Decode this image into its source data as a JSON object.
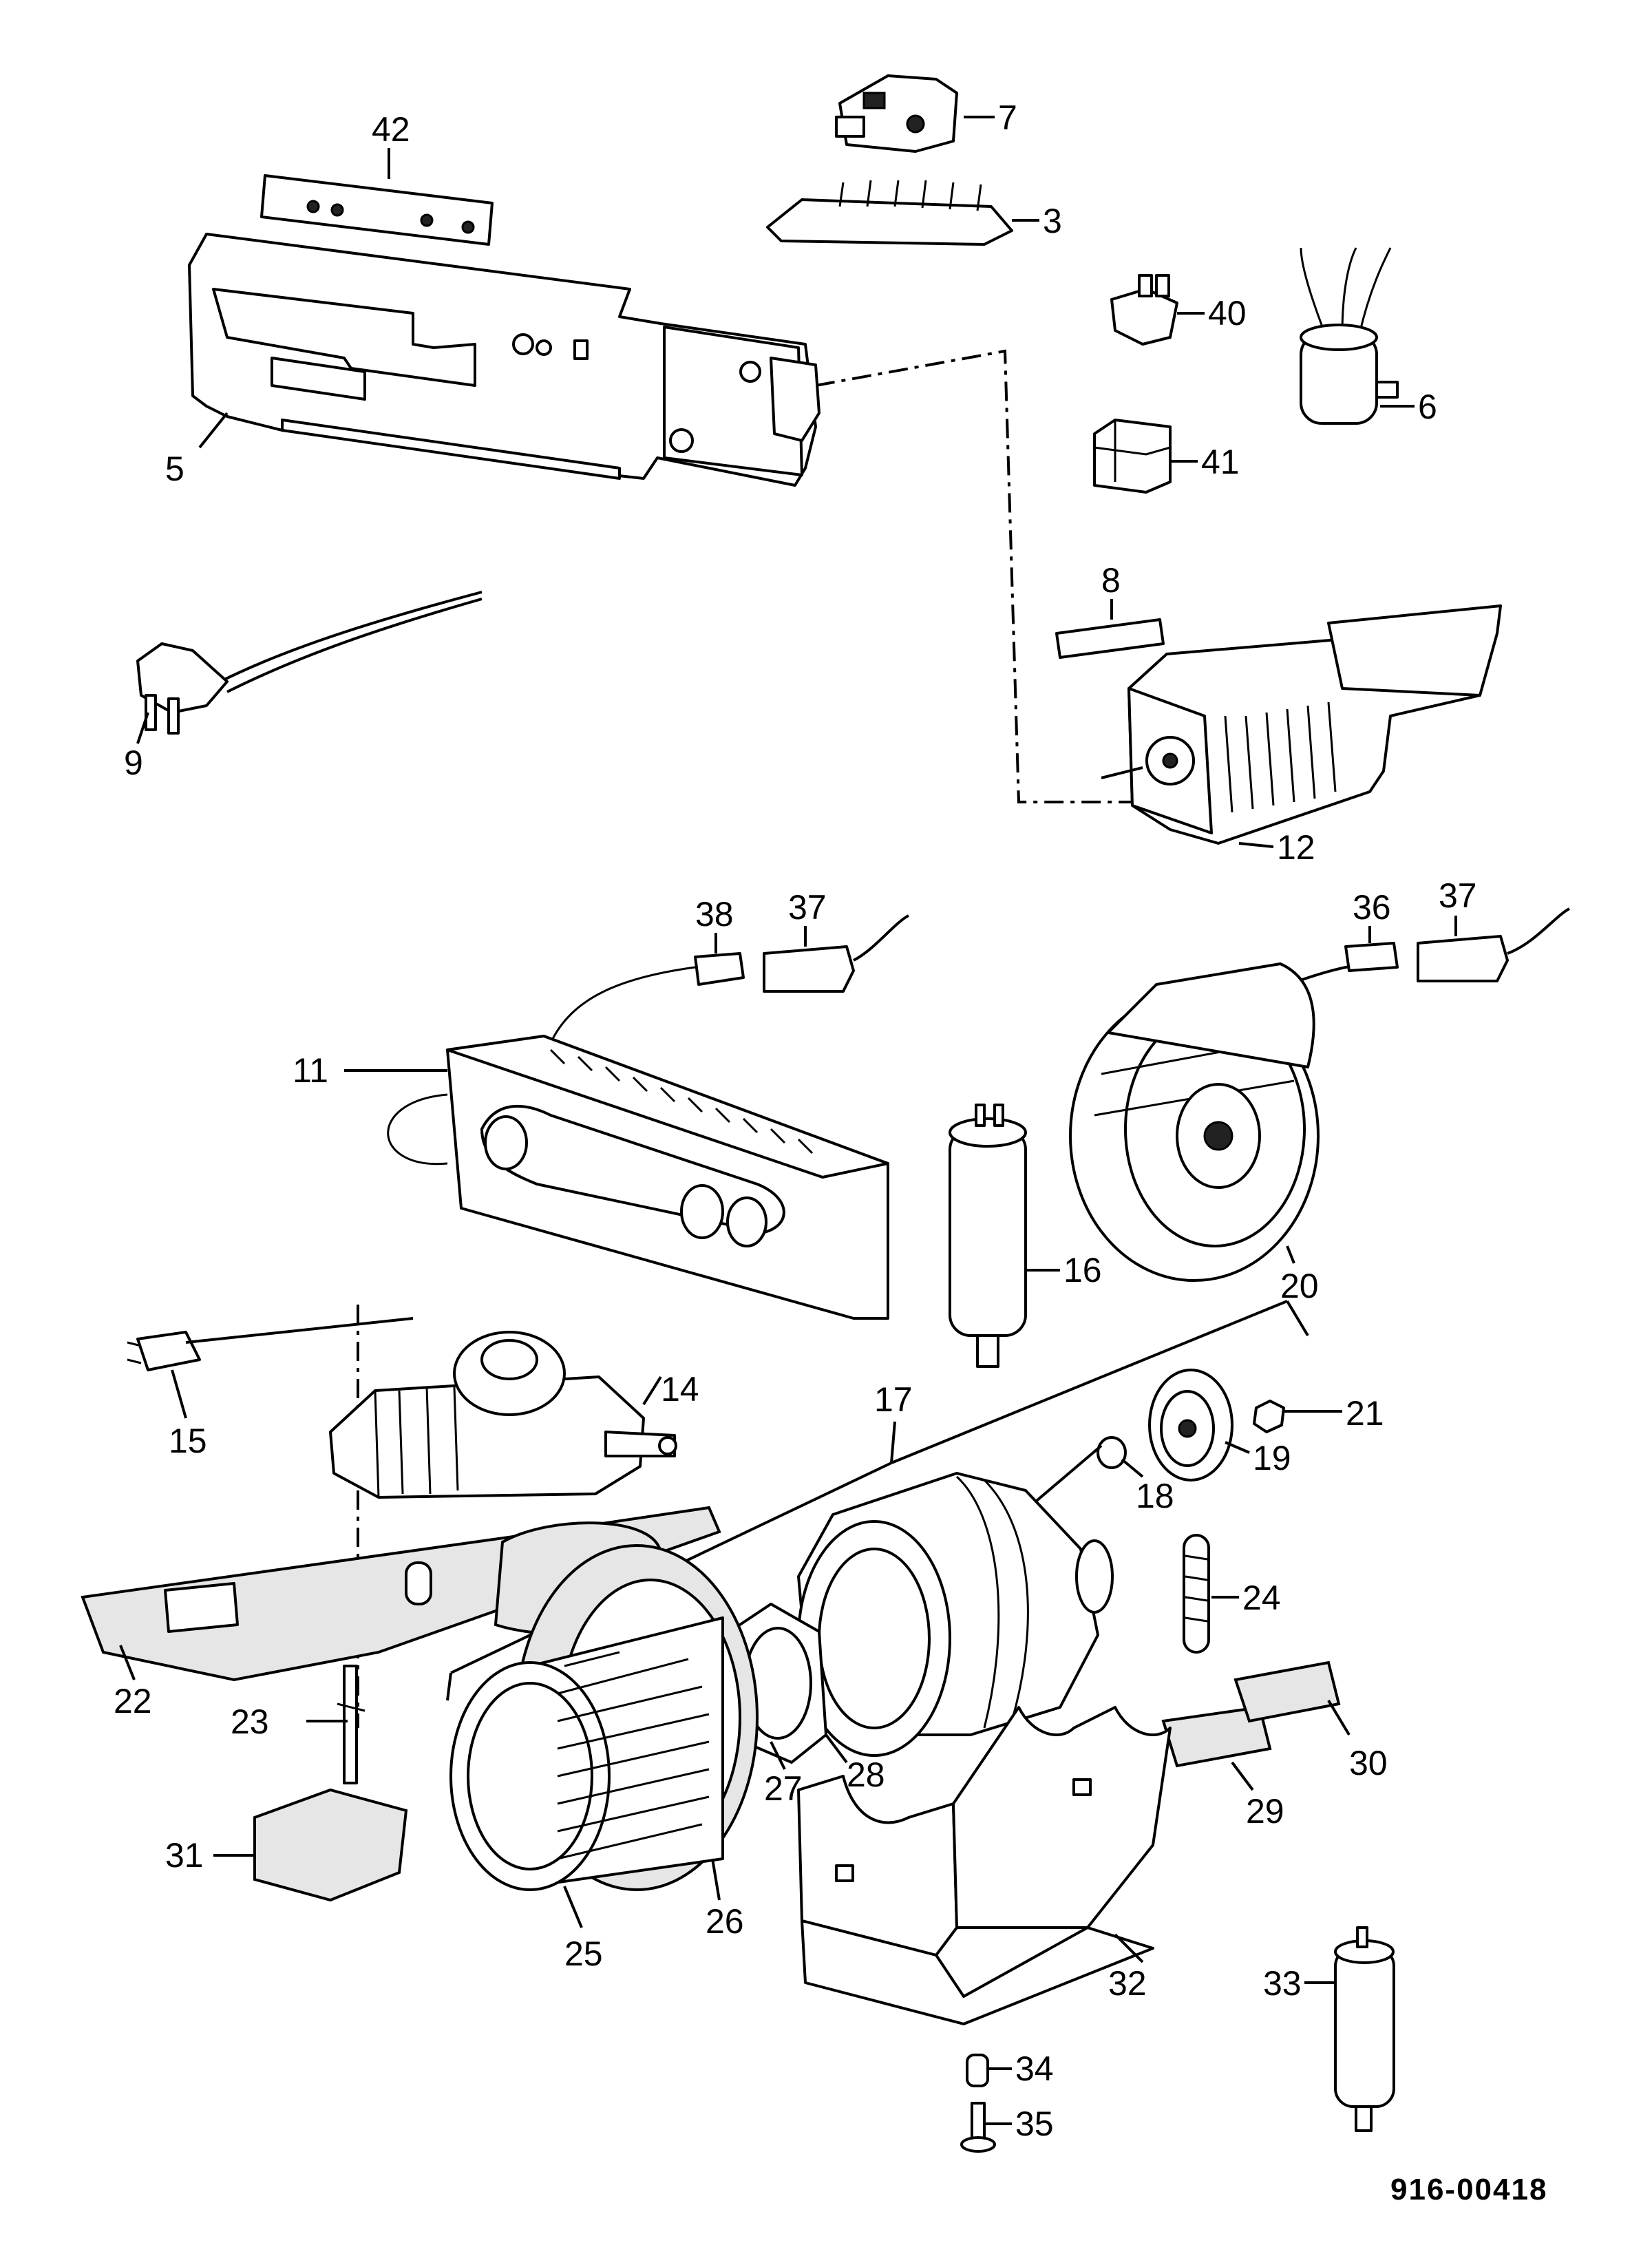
{
  "diagram": {
    "document_number": "916-00418",
    "callouts": {
      "p3": "3",
      "p5": "5",
      "p6": "6",
      "p7": "7",
      "p8": "8",
      "p9": "9",
      "p11": "11",
      "p12": "12",
      "p14": "14",
      "p15": "15",
      "p16": "16",
      "p17": "17",
      "p18": "18",
      "p19": "19",
      "p20": "20",
      "p21": "21",
      "p22": "22",
      "p23": "23",
      "p24": "24",
      "p25": "25",
      "p26": "26",
      "p27": "27",
      "p28": "28",
      "p29": "29",
      "p30": "30",
      "p31": "31",
      "p32": "32",
      "p33": "33",
      "p34": "34",
      "p35": "35",
      "p36": "36",
      "p37a": "37",
      "p37b": "37",
      "p38": "38",
      "p40": "40",
      "p41": "41",
      "p42": "42"
    }
  }
}
